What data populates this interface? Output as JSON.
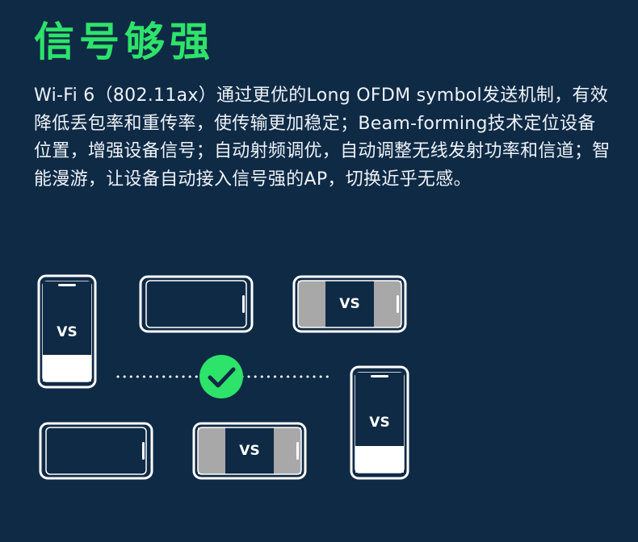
{
  "title": "信号够强",
  "description": "Wi-Fi 6（802.11ax）通过更优的Long OFDM symbol发送机制，有效降低丢包率和重传率，使传输更加稳定；Beam-forming技术定位设备位置，增强设备信号；自动射频调优，自动调整无线发射功率和信道；智能漫游，让设备自动接入信号强的AP，切换近乎无感。",
  "labels": {
    "vs_1": "VS",
    "vs_2": "VS",
    "vs_3": "VS",
    "vs_4": "VS"
  },
  "colors": {
    "background": "#0f2a45",
    "accent": "#2de36a",
    "text": "#eef3f8",
    "panel_dark": "#0f2a45",
    "panel_gray": "#a8a8a8",
    "panel_white": "#ffffff"
  },
  "icons": {
    "check": "check-circle-icon"
  }
}
